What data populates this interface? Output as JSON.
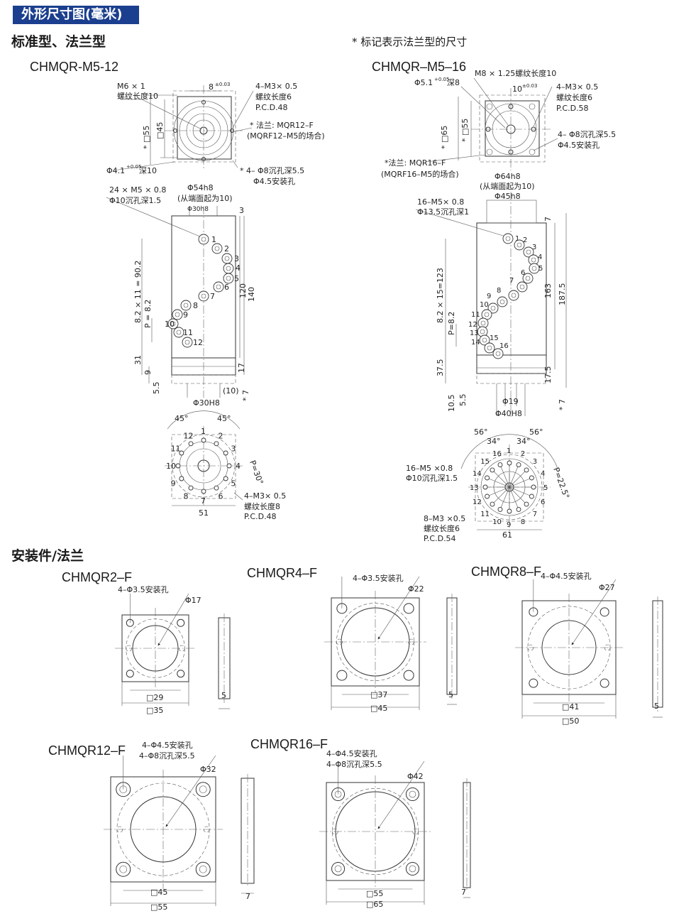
{
  "header": "外形尺寸图(毫米)",
  "sections": {
    "standard": "标准型、法兰型",
    "flange_note": "* 标记表示法兰型的尺寸",
    "mounts": "安装件/法兰"
  },
  "m12": {
    "model": "CHMQR-M5-12",
    "top_left1": "M6 × 1",
    "top_left2": "螺纹长度10",
    "top_w": "8",
    "top_w_tol": "±0.03",
    "top_r1": "4–M3× 0.5",
    "top_r2": "螺纹长度6",
    "top_r3": "P.C.D.48",
    "fl1": "* 法兰: MQR12–F",
    "fl2": "(MQRF12–M5的场合)",
    "h55": "* □55",
    "h45": "□45",
    "bot_l": "Φ4.1",
    "bot_l_tol": "+0.05",
    "bot_l2": "深10",
    "bot_r1": "* 4– Φ8沉孔深5.5",
    "bot_r2": "Φ4.5安装孔",
    "sd_l1": "24 × M5 × 0.8",
    "sd_l2": "Φ10沉孔深1.5",
    "sd_c1": "Φ54h8",
    "sd_c2": "(从端面起为10)",
    "sd_c3": "Φ30h8",
    "dim3": "3",
    "dim120": "120",
    "dim140": "140",
    "dim_pitch": "8.2 × 11 = 90.2",
    "dim_p": "P = 8.2",
    "dim31": "31",
    "dim9": "9",
    "dim55": "5.5",
    "dim17": "17",
    "dim7": "* 7",
    "dim10": "(10)",
    "dim30h8": "Φ30H8",
    "ports": [
      "1",
      "2",
      "3",
      "4",
      "5",
      "6",
      "7",
      "8",
      "9",
      "10",
      "11",
      "12"
    ],
    "ang1": "45°",
    "ang2": "45°",
    "pang": "P=30°",
    "b1": "4–M3× 0.5",
    "b2": "螺纹长度8",
    "b3": "P.C.D.48",
    "w51": "51"
  },
  "m16": {
    "model": "CHMQR–M5–16",
    "t1": "M8 × 1.25螺纹长度10",
    "t2": "Φ5.1",
    "t2_tol": "+0.05",
    "t2b": "深8",
    "tw": "10",
    "tw_tol": "±0.03",
    "tr1": "4–M3× 0.5",
    "tr2": "螺纹长度6",
    "tr3": "P.C.D.58",
    "tr4": "4– Φ8沉孔深5.5",
    "tr5": "Φ4.5安装孔",
    "h65": "* □65",
    "h55": "* □55",
    "fl1": "*法兰: MQR16–F",
    "fl2": "(MQRF16–M5的场合)",
    "sd_c1": "Φ64h8",
    "sd_c2": "(从端面起为10)",
    "sd_c3": "Φ45h8",
    "sd_l1": "16–M5× 0.8",
    "sd_l2": "Φ13.5沉孔深1",
    "dim7": "7",
    "dim163": "163",
    "dim187": "187.5",
    "dim_pitch": "8.2 × 15=123",
    "dim_p": "P=8.2",
    "dim37": "37.5",
    "dim105": "10.5",
    "dim55": "5.5",
    "dim175": "17.5",
    "dim7b": "* 7",
    "dim19": "Φ19",
    "dim40": "Φ40H8",
    "ports": [
      "1",
      "2",
      "3",
      "4",
      "5",
      "6",
      "7",
      "8",
      "9",
      "10",
      "11",
      "12",
      "13",
      "14",
      "15",
      "16"
    ],
    "ang1": "56°",
    "ang2": "56°",
    "ang3": "34°",
    "ang4": "34°",
    "pang": "P=22.5°",
    "b1": "16–M5 ×0.8",
    "b2": "Φ10沉孔深1.5",
    "b3": "8–M3 ×0.5",
    "b4": "螺纹长度6",
    "b5": "P.C.D.54",
    "w61": "61"
  },
  "flanges": [
    {
      "model": "CHMQR2–F",
      "hole": "4–Φ3.5安装孔",
      "dia": "Φ17",
      "inner": "□29",
      "outer": "□35",
      "t": "5"
    },
    {
      "model": "CHMQR4–F",
      "hole": "4–Φ3.5安装孔",
      "dia": "Φ22",
      "inner": "□37",
      "outer": "□45",
      "t": "5"
    },
    {
      "model": "CHMQR8–F",
      "hole": "4–Φ4.5安装孔",
      "dia": "Φ27",
      "inner": "□41",
      "outer": "□50",
      "t": "5"
    },
    {
      "model": "CHMQR12–F",
      "hole": "4–Φ4.5安装孔",
      "hole2": "4–Φ8沉孔深5.5",
      "dia": "Φ32",
      "inner": "□45",
      "outer": "□55",
      "t": "7"
    },
    {
      "model": "CHMQR16–F",
      "hole": "4–Φ4.5安装孔",
      "hole2": "4–Φ8沉孔深5.5",
      "dia": "Φ42",
      "inner": "□55",
      "outer": "□65",
      "t": "7"
    }
  ]
}
